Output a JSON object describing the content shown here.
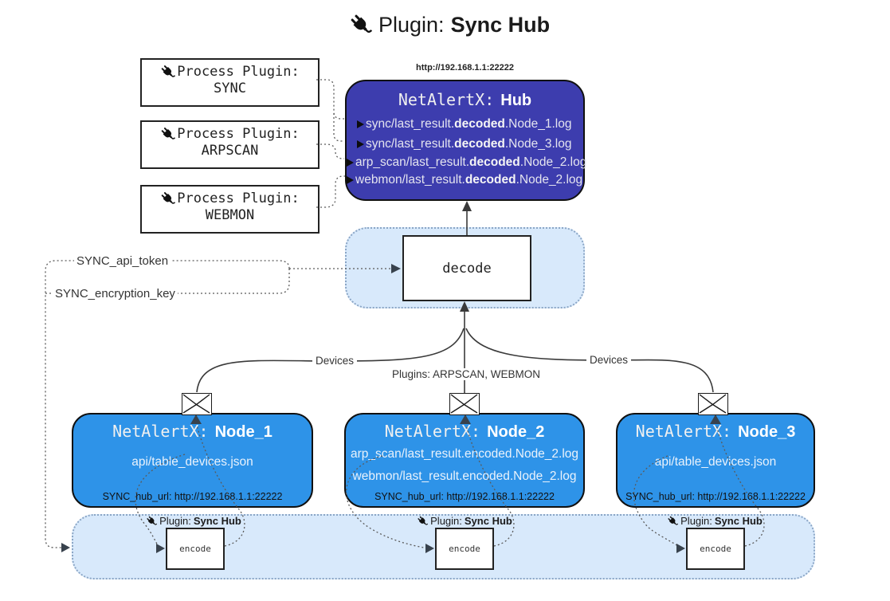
{
  "title": {
    "label": "Plugin:",
    "bold": "Sync Hub"
  },
  "process_plugins": {
    "heading": "Process Plugin:",
    "items": [
      {
        "name": "SYNC"
      },
      {
        "name": "ARPSCAN"
      },
      {
        "name": "WEBMON"
      }
    ]
  },
  "hub": {
    "url": "http://192.168.1.1:22222",
    "title_prefix": "NetAlertX:",
    "title_name": "Hub",
    "logs": [
      {
        "pre": "sync/last_result.",
        "bold": "decoded",
        "post": ".Node_1.log"
      },
      {
        "pre": "sync/last_result.",
        "bold": "decoded",
        "post": ".Node_3.log"
      },
      {
        "pre": "arp_scan/last_result.",
        "bold": "decoded",
        "post": ".Node_2.log"
      },
      {
        "pre": "webmon/last_result.",
        "bold": "decoded",
        "post": ".Node_2.log"
      }
    ]
  },
  "decode": {
    "label": "decode"
  },
  "keys": {
    "api_token": "SYNC_api_token",
    "encryption_key": "SYNC_encryption_key"
  },
  "edge_labels": {
    "devices_left": "Devices",
    "plugins_mid": "Plugins: ARPSCAN, WEBMON",
    "devices_right": "Devices"
  },
  "nodes": [
    {
      "title_prefix": "NetAlertX:",
      "title_name": "Node_1",
      "files": [
        "api/table_devices.json"
      ],
      "hub_url": "SYNC_hub_url: http://192.168.1.1:22222"
    },
    {
      "title_prefix": "NetAlertX:",
      "title_name": "Node_2",
      "files": [
        "arp_scan/last_result.encoded.Node_2.log",
        "webmon/last_result.encoded.Node_2.log"
      ],
      "hub_url": "SYNC_hub_url: http://192.168.1.1:22222"
    },
    {
      "title_prefix": "NetAlertX:",
      "title_name": "Node_3",
      "files": [
        "api/table_devices.json"
      ],
      "hub_url": "SYNC_hub_url: http://192.168.1.1:22222"
    }
  ],
  "encode_band": {
    "plugin_label": "Plugin:",
    "plugin_bold": "Sync Hub",
    "encode_label": "encode"
  },
  "colors": {
    "hub-bg": "#3d3dae",
    "node-bg": "#2e93e8",
    "band-bg": "#d8e9fb",
    "band-border": "#8ba6c6",
    "line": "#3a3a3a",
    "dotted": "#5a5a5a"
  }
}
